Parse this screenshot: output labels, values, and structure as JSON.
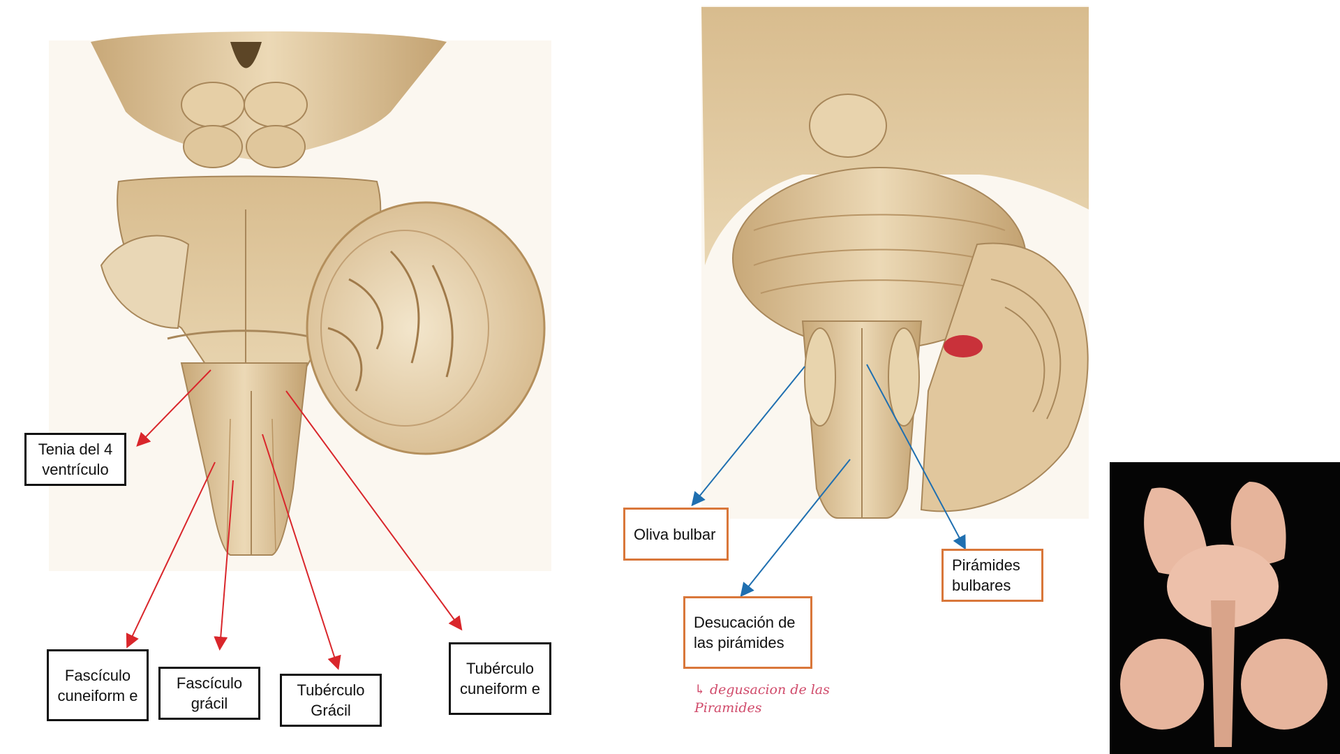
{
  "left_diagram": {
    "labels": {
      "tenia": "Tenia del 4 ventrículo",
      "fasciculo_cuneiforme": "Fascículo cuneiform e",
      "fasciculo_gracil": "Fascículo grácil",
      "tuberculo_gracil": "Tubérculo Grácil",
      "tuberculo_cuneiforme": "Tubérculo cuneiform e"
    },
    "arrow_color": "#d9262b"
  },
  "right_diagram": {
    "labels": {
      "oliva": "Oliva bulbar",
      "desucacion": "Desucación de las pirámides",
      "piramides": "Pirámides bulbares"
    },
    "arrow_color": "#1f6fb0",
    "handwritten_note": "↳ degusacion de las Piramides"
  },
  "photo": {
    "description_visible": "",
    "background": "#050505"
  }
}
